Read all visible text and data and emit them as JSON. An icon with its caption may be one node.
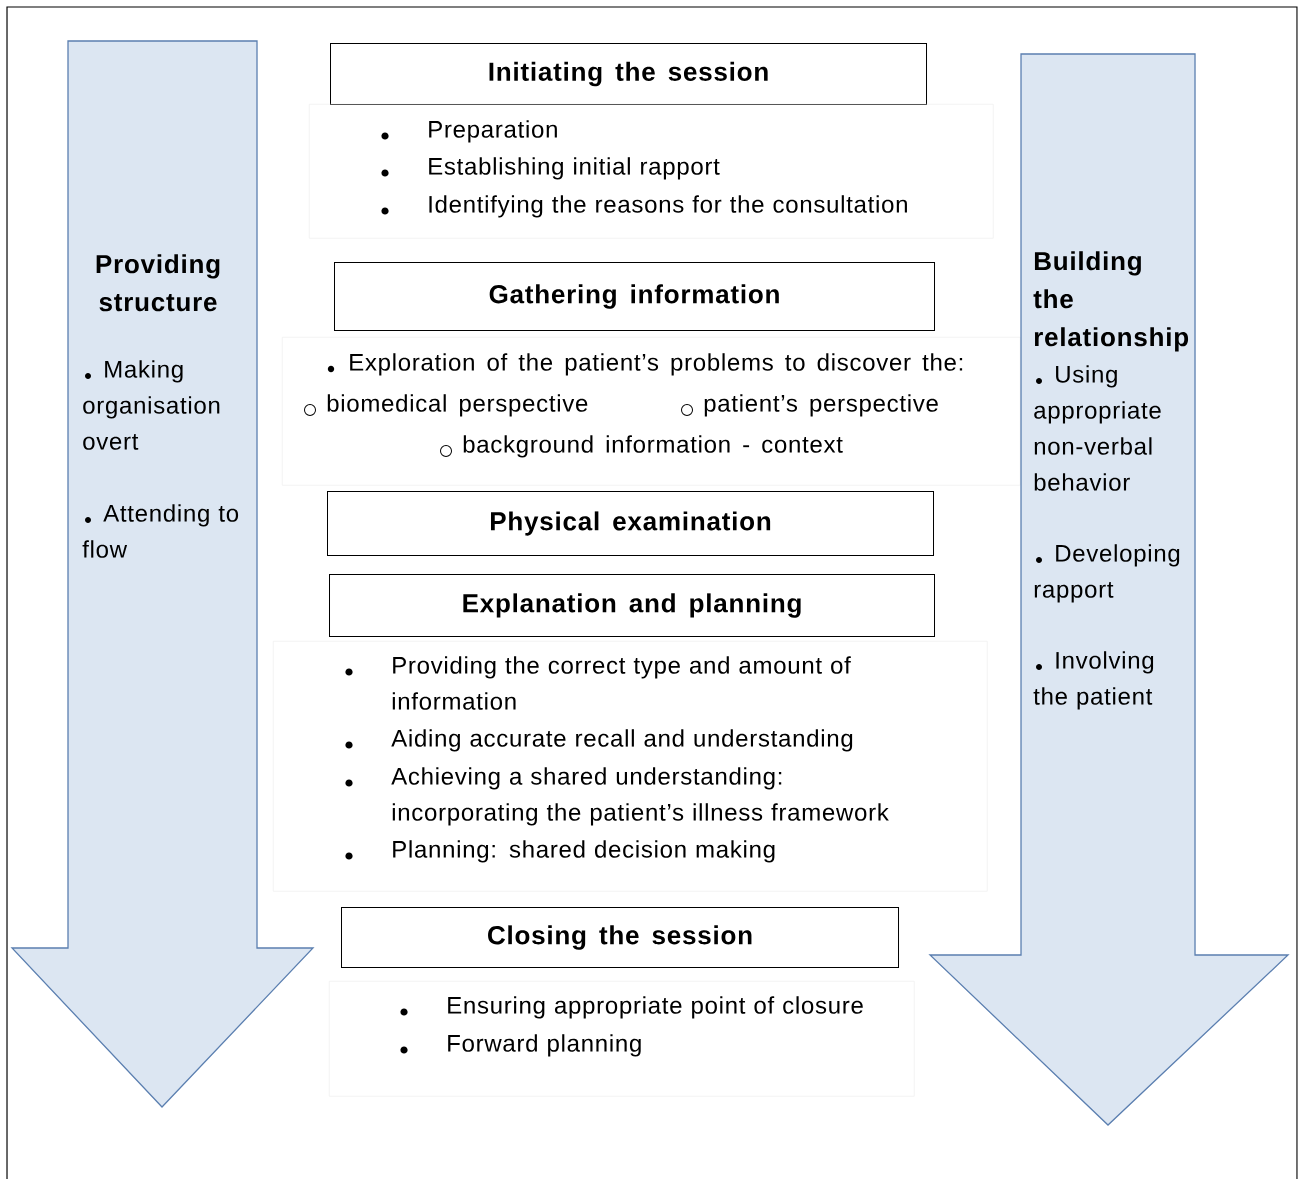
{
  "diagram": {
    "nodes": [
      {
        "text": [
          "Providing structure",
          "Making organisation overt",
          "Attending to flow"
        ]
      },
      {
        "text": [
          "Initiating the session"
        ]
      },
      {
        "text": [
          "Preparation",
          "Establishing initial rapport",
          "Identifying the reasons for the consultation"
        ]
      },
      {
        "text": [
          "Gathering information"
        ]
      },
      {
        "text": [
          "Exploration of the patient’s problems  to discover the:",
          "biomedical perspective",
          "patient’s perspective",
          "background information - context"
        ]
      },
      {
        "text": [
          "Physical examination"
        ]
      },
      {
        "text": [
          "Explanation and planning"
        ]
      },
      {
        "text": [
          "Providing the correct type and amount of information",
          "Aiding accurate recall and understanding",
          "Achieving a shared understanding: incorporating the patient’s illness framework",
          "Planning: shared decision making"
        ]
      },
      {
        "text": [
          "Closing the session"
        ]
      },
      {
        "text": [
          "Ensuring appropriate point of closure",
          "Forward planning"
        ]
      },
      {
        "text": [
          "Building the relationship",
          "Using appropriate non-verbal behavior",
          "Developing rapport",
          "Involving the patient"
        ]
      }
    ]
  }
}
